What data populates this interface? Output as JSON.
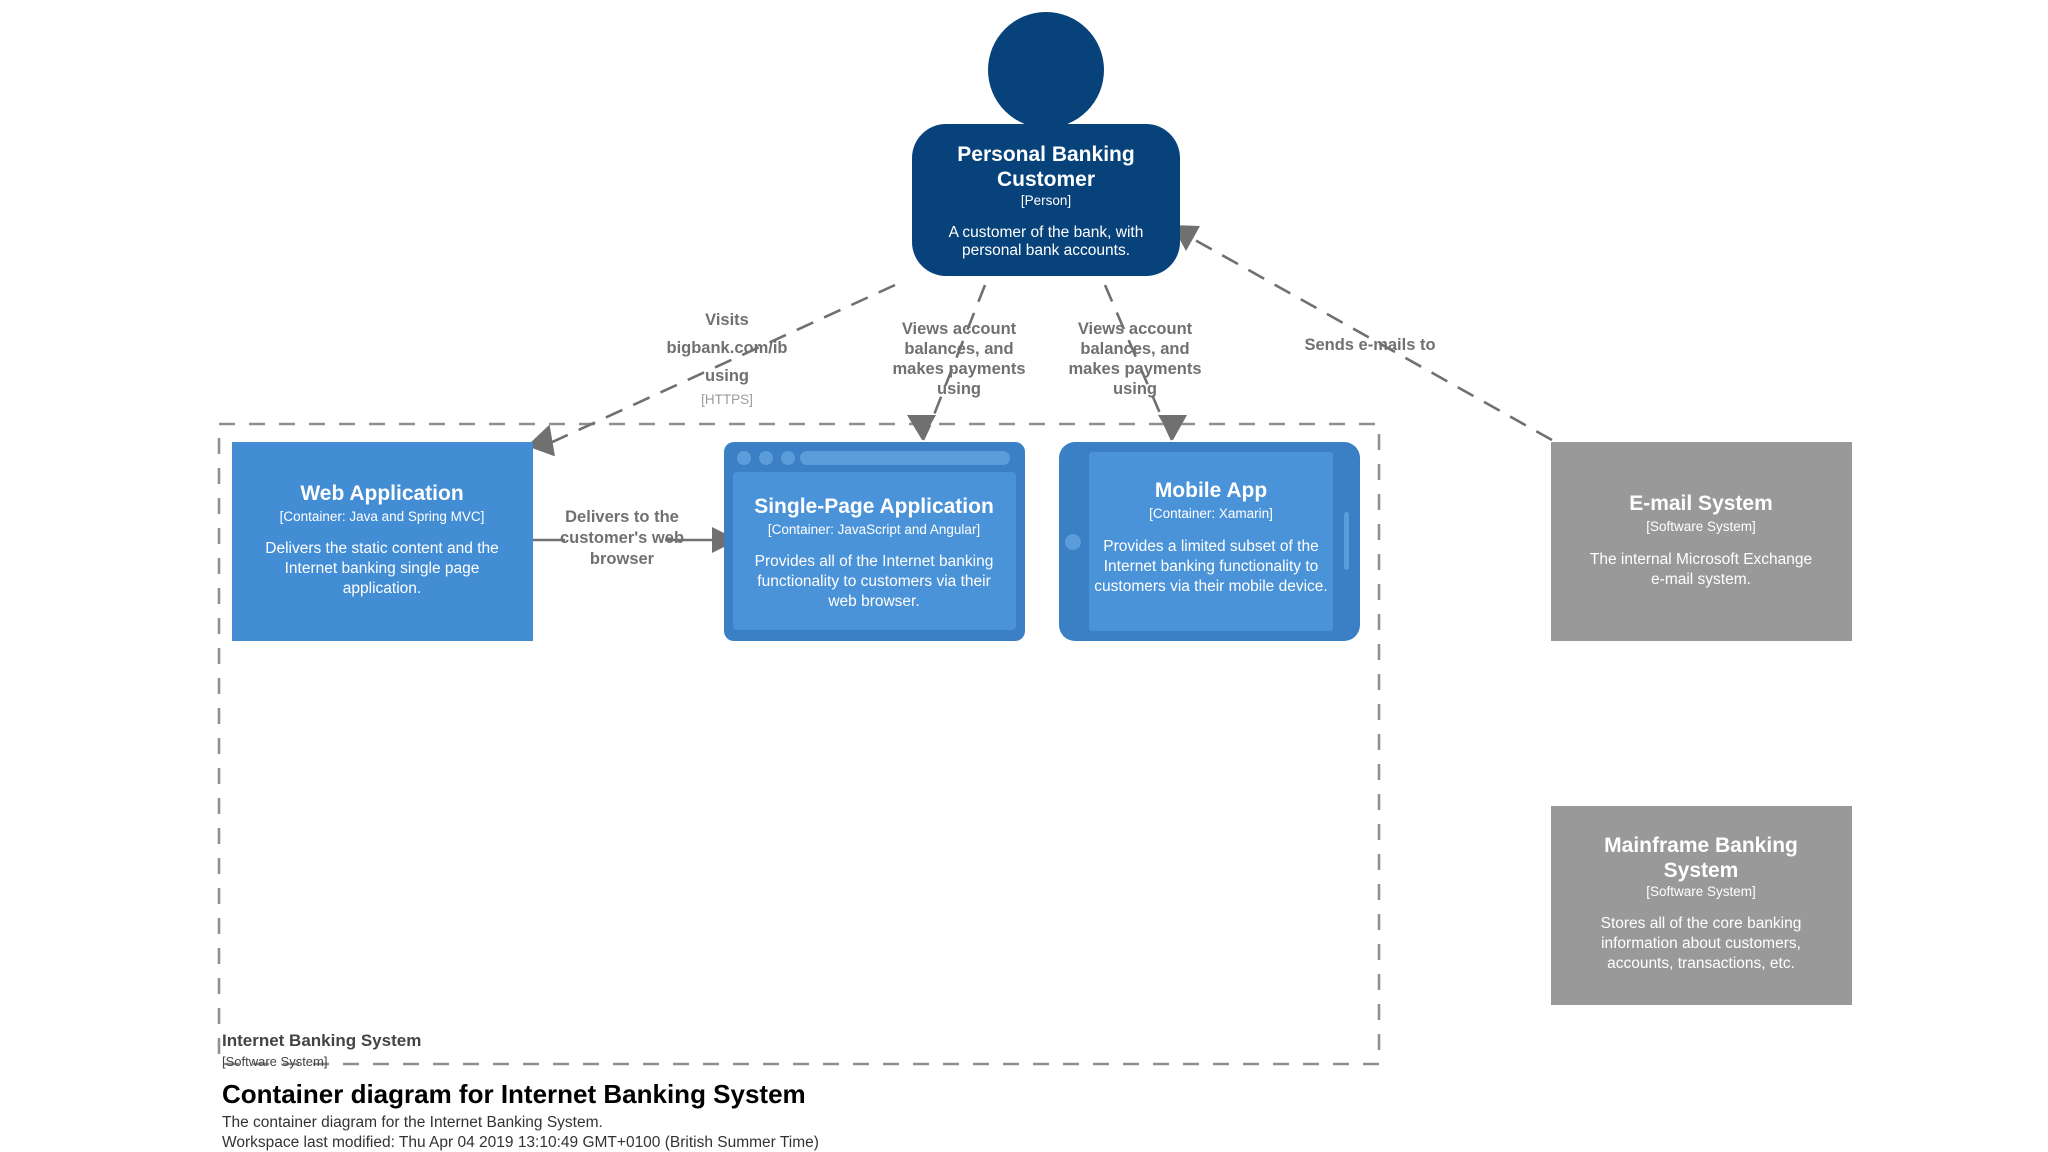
{
  "diagram": {
    "title": "Container diagram for Internet Banking System",
    "description": "The container diagram for the Internet Banking System.",
    "last_modified": "Workspace last modified: Thu Apr 04 2019 13:10:49 GMT+0100 (British Summer Time)",
    "background": "#ffffff"
  },
  "colors": {
    "person_fill": "#08427b",
    "container_fill": "#438dd5",
    "container_frame": "#3b7fc4",
    "container_screen": "#4b93d8",
    "external_fill": "#999999",
    "relationship": "#707070",
    "boundary": "#909090",
    "text_light": "#ffffff"
  },
  "boundary": {
    "name": "Internet Banking System",
    "type": "[Software System]"
  },
  "elements": {
    "person": {
      "name": "Personal Banking Customer",
      "name_lines": [
        "Personal Banking",
        "Customer"
      ],
      "type": "[Person]",
      "description": "A customer of the bank, with personal bank accounts.",
      "description_lines": [
        "A customer of the bank, with",
        "personal bank accounts."
      ],
      "shape": "person",
      "style": "internal-person"
    },
    "web_application": {
      "name": "Web Application",
      "name_lines": [
        "Web Application"
      ],
      "type": "[Container: Java and Spring MVC]",
      "description": "Delivers the static content and the Internet banking single page application.",
      "description_lines": [
        "Delivers the static content and the",
        "Internet banking single page",
        "application."
      ],
      "shape": "box",
      "style": "container"
    },
    "single_page_application": {
      "name": "Single-Page Application",
      "name_lines": [
        "Single-Page Application"
      ],
      "type": "[Container: JavaScript and Angular]",
      "description": "Provides all of the Internet banking functionality to customers via their web browser.",
      "description_lines": [
        "Provides all of the Internet banking",
        "functionality to customers via their",
        "web browser."
      ],
      "shape": "web-browser",
      "style": "container"
    },
    "mobile_app": {
      "name": "Mobile App",
      "name_lines": [
        "Mobile App"
      ],
      "type": "[Container: Xamarin]",
      "description": "Provides a limited subset of the Internet banking functionality to customers via their mobile device.",
      "description_lines": [
        "Provides a limited subset of the",
        "Internet banking functionality to",
        "customers via their mobile device."
      ],
      "shape": "mobile-device",
      "style": "container"
    },
    "email_system": {
      "name": "E-mail System",
      "name_lines": [
        "E-mail System"
      ],
      "type": "[Software System]",
      "description": "The internal Microsoft Exchange e-mail system.",
      "description_lines": [
        "The internal Microsoft Exchange",
        "e-mail system."
      ],
      "shape": "box",
      "style": "external"
    },
    "mainframe_banking_system": {
      "name": "Mainframe Banking System",
      "name_lines": [
        "Mainframe Banking",
        "System"
      ],
      "type": "[Software System]",
      "description": "Stores all of the core banking information about customers, accounts, transactions, etc.",
      "description_lines": [
        "Stores all of the core banking",
        "information about customers,",
        "accounts, transactions, etc."
      ],
      "shape": "box",
      "style": "external"
    }
  },
  "relationships": [
    {
      "id": "rel-customer-webapp",
      "source": "Personal Banking Customer",
      "destination": "Web Application",
      "label": "Visits bigbank.com/ib using",
      "label_lines": [
        "Visits",
        "bigbank.com/ib",
        "using"
      ],
      "technology": "[HTTPS]"
    },
    {
      "id": "rel-customer-spa",
      "source": "Personal Banking Customer",
      "destination": "Single-Page Application",
      "label": "Views account balances, and makes payments using",
      "label_lines": [
        "Views account",
        "balances, and",
        "makes payments",
        "using"
      ],
      "technology": ""
    },
    {
      "id": "rel-customer-mobile",
      "source": "Personal Banking Customer",
      "destination": "Mobile App",
      "label": "Views account balances, and makes payments using",
      "label_lines": [
        "Views account",
        "balances, and",
        "makes payments",
        "using"
      ],
      "technology": ""
    },
    {
      "id": "rel-email-customer",
      "source": "E-mail System",
      "destination": "Personal Banking Customer",
      "label": "Sends e-mails to",
      "label_lines": [
        "Sends e-mails to"
      ],
      "technology": ""
    },
    {
      "id": "rel-webapp-spa",
      "source": "Web Application",
      "destination": "Single-Page Application",
      "label": "Delivers to the customer's web browser",
      "label_lines": [
        "Delivers to the",
        "customer's web",
        "browser"
      ],
      "technology": ""
    }
  ]
}
